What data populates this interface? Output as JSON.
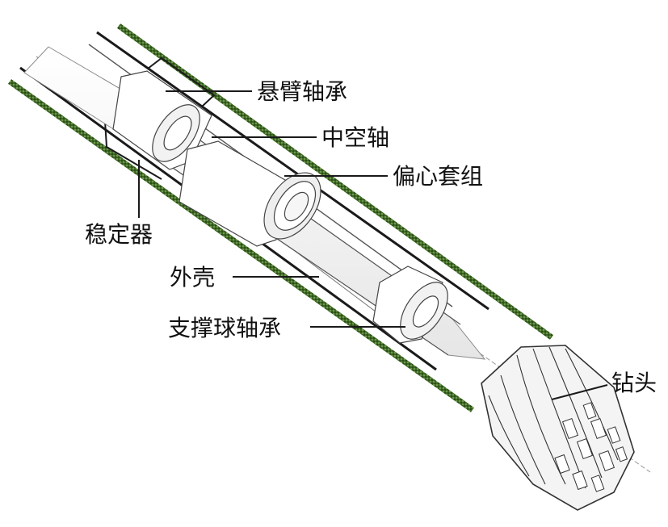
{
  "labels": {
    "cantilever_bearing": "悬臂轴承",
    "hollow_shaft": "中空轴",
    "eccentric_sleeve": "偏心套组",
    "stabilizer": "稳定器",
    "housing": "外壳",
    "support_ball_bearing": "支撑球轴承",
    "drill_bit": "钻头"
  },
  "colors": {
    "outer_band": "#3f6a25",
    "line": "#1a1a1a",
    "background": "#ffffff"
  }
}
